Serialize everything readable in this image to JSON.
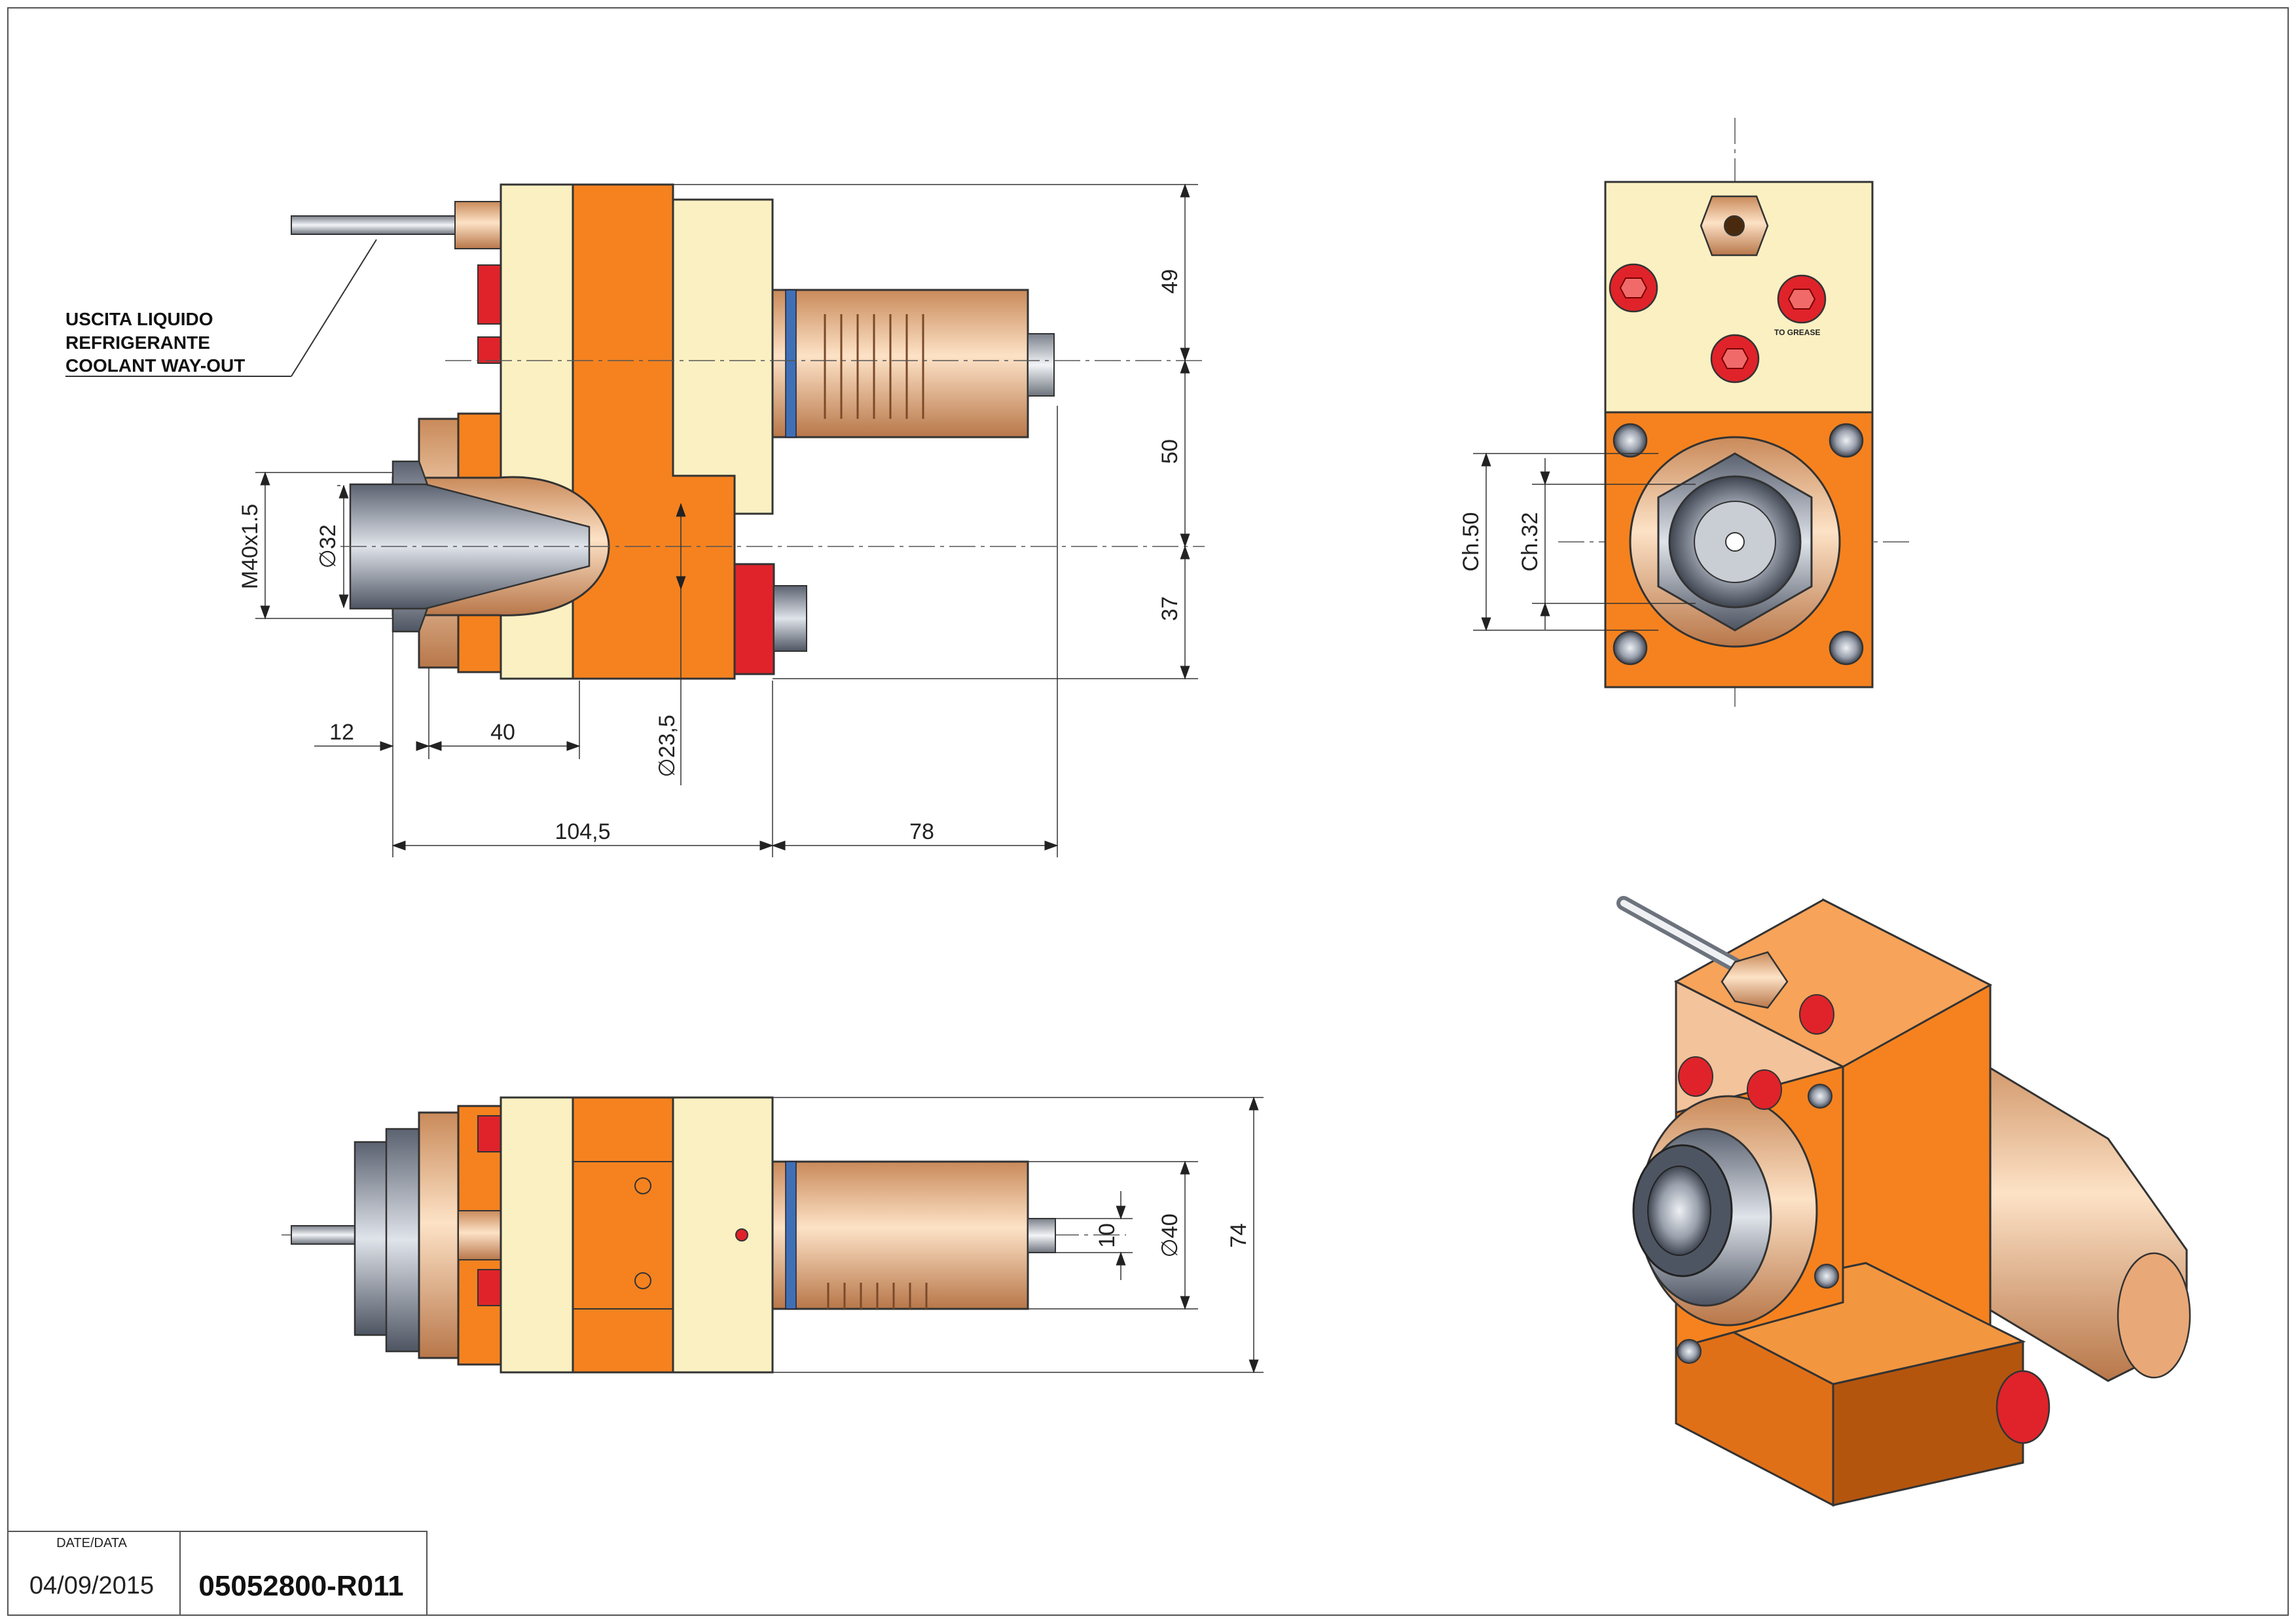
{
  "annotation": {
    "line1": "USCITA LIQUIDO",
    "line2": "REFRIGERANTE",
    "line3": "COOLANT WAY-OUT"
  },
  "dimensions": {
    "d49": "49",
    "d50": "50",
    "d37": "37",
    "thread": "M40x1.5",
    "dia32": "∅32",
    "len12": "12",
    "len40": "40",
    "dia23_5": "∅23,5",
    "len104_5": "104,5",
    "len78": "78",
    "ch50": "Ch.50",
    "ch32": "Ch.32",
    "len10": "10",
    "dia40": "∅40",
    "len74": "74"
  },
  "labels": {
    "to_grease": "TO GREASE"
  },
  "title_block": {
    "date_label": "DATE/DATA",
    "date": "04/09/2015",
    "code": "05052800-R011"
  },
  "colors": {
    "orange": "#f5821f",
    "cream": "#fbf0c2",
    "copper": "#f3be8f",
    "red": "#e0232a",
    "steel": "#8f97a3"
  }
}
